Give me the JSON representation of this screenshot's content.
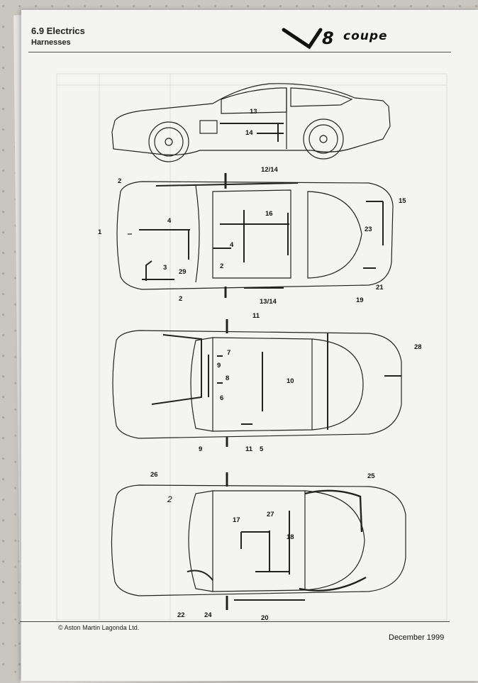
{
  "header": {
    "section_title": "6.9 Electrics",
    "section_subtitle": "Harnesses",
    "logo_text": "V8 coupe"
  },
  "footer": {
    "copyright": "© Aston Martin Lagonda Ltd.",
    "date": "December 1999"
  },
  "diagrams": {
    "side_view": {
      "labels": [
        "13",
        "14"
      ]
    },
    "top_view_1": {
      "labels": [
        "12/14",
        "2",
        "15",
        "1",
        "4",
        "16",
        "23",
        "4",
        "2",
        "3",
        "29",
        "21",
        "19",
        "2",
        "13/14"
      ]
    },
    "top_view_2": {
      "labels": [
        "11",
        "28",
        "7",
        "9",
        "8",
        "10",
        "6",
        "9",
        "11",
        "5"
      ]
    },
    "top_view_3": {
      "labels": [
        "26",
        "25",
        "27",
        "17",
        "18",
        "22",
        "24",
        "20"
      ],
      "handwritten_mark": "2"
    }
  },
  "colors": {
    "paper": "#f4f4f2",
    "ink": "#111111",
    "background": "#c9c6bf"
  }
}
